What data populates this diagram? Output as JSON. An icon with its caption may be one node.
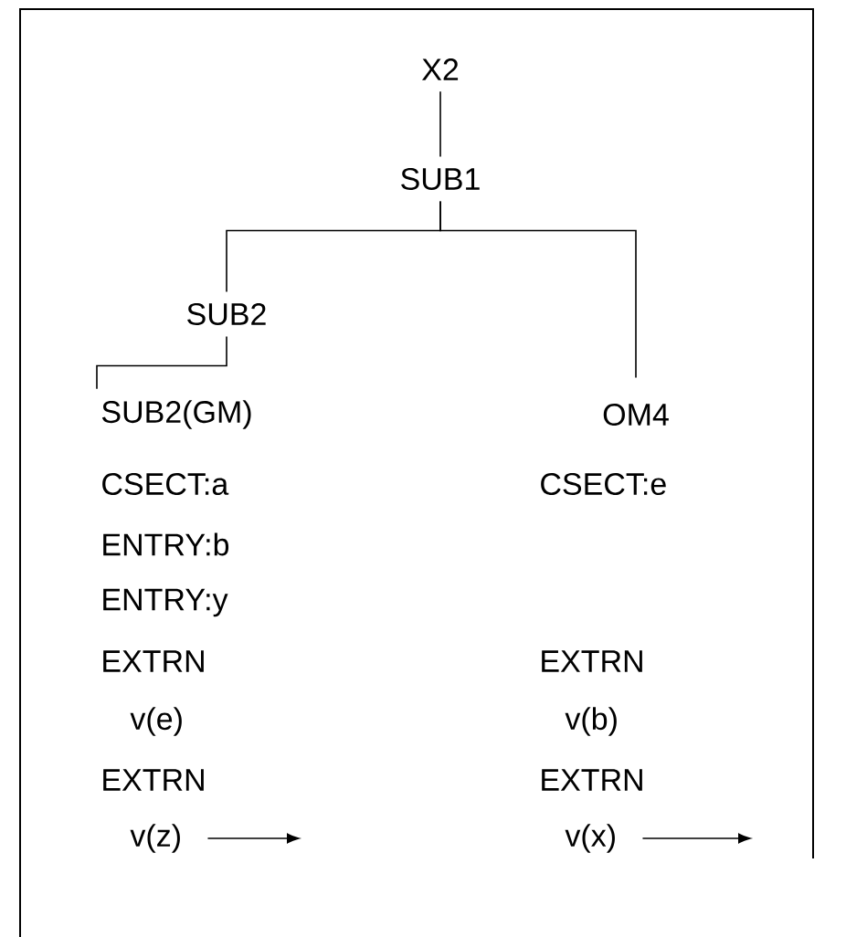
{
  "diagram": {
    "nodes": [
      {
        "text": [
          "X2"
        ]
      },
      {
        "text": [
          "SUB1"
        ]
      },
      {
        "text": [
          "SUB2"
        ]
      },
      {
        "text": [
          "SUB2(GM)"
        ]
      },
      {
        "text": [
          "OM4"
        ]
      },
      {
        "text": [
          "v(z)"
        ]
      },
      {
        "text": [
          "v(x)"
        ]
      }
    ],
    "edges": [
      {
        "from": 0,
        "to": 1,
        "arrow": "none"
      },
      {
        "from": 1,
        "to": 2,
        "arrow": "none"
      },
      {
        "from": 1,
        "to": 4,
        "arrow": "none"
      },
      {
        "from": 2,
        "to": 3,
        "arrow": "none"
      },
      {
        "from": 5,
        "to": null,
        "arrow": "to"
      },
      {
        "from": 6,
        "to": null,
        "arrow": "to"
      }
    ],
    "labels": [
      "CSECT:a",
      "ENTRY:b",
      "ENTRY:y",
      "EXTRN",
      "v(e)",
      "EXTRN",
      "CSECT:e",
      "EXTRN",
      "v(b)",
      "EXTRN"
    ]
  }
}
